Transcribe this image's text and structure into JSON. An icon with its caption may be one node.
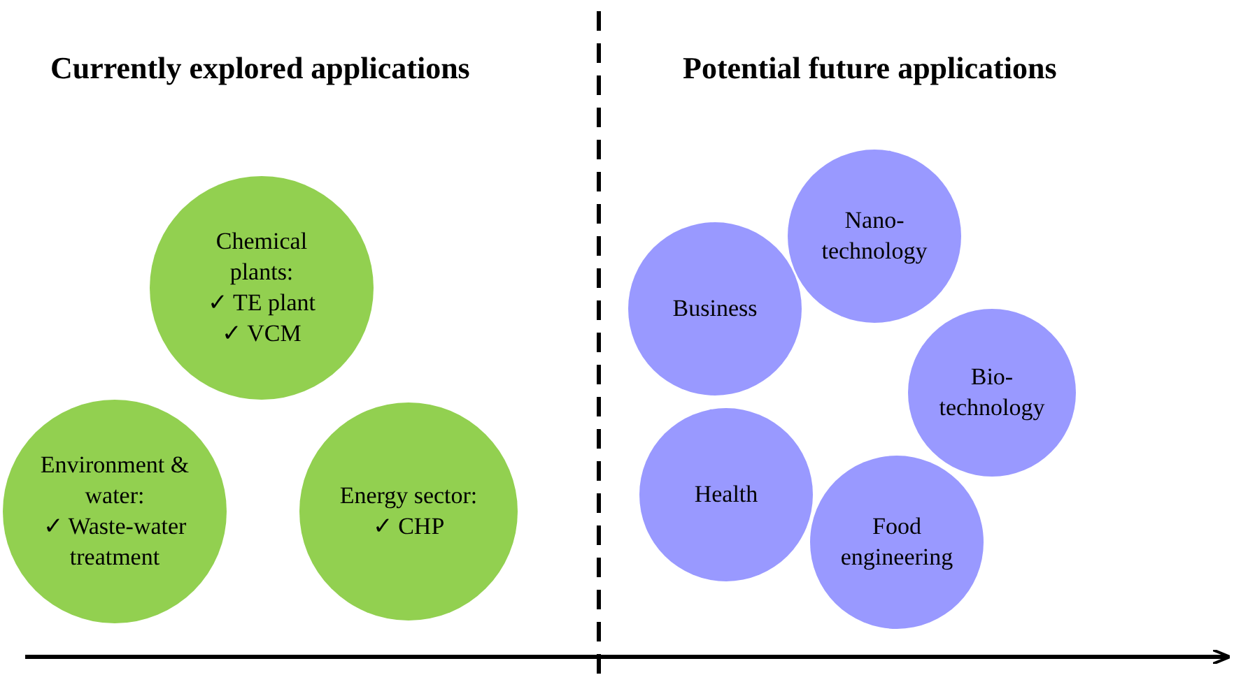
{
  "diagram": {
    "nodes": [
      {
        "text": [
          "Chemical plants:",
          "✓ TE plant",
          "✓ VCM"
        ]
      },
      {
        "text": [
          "Environment & water:",
          "✓ Waste-water treatment"
        ]
      },
      {
        "text": [
          "Energy sector:",
          "✓ CHP"
        ]
      },
      {
        "text": [
          "Nano- technology"
        ]
      },
      {
        "text": [
          "Business"
        ]
      },
      {
        "text": [
          "Bio- technology"
        ]
      },
      {
        "text": [
          "Health"
        ]
      },
      {
        "text": [
          "Food engineering"
        ]
      }
    ],
    "edges": [],
    "labels": [
      "Currently explored applications",
      "Potential future applications"
    ]
  }
}
